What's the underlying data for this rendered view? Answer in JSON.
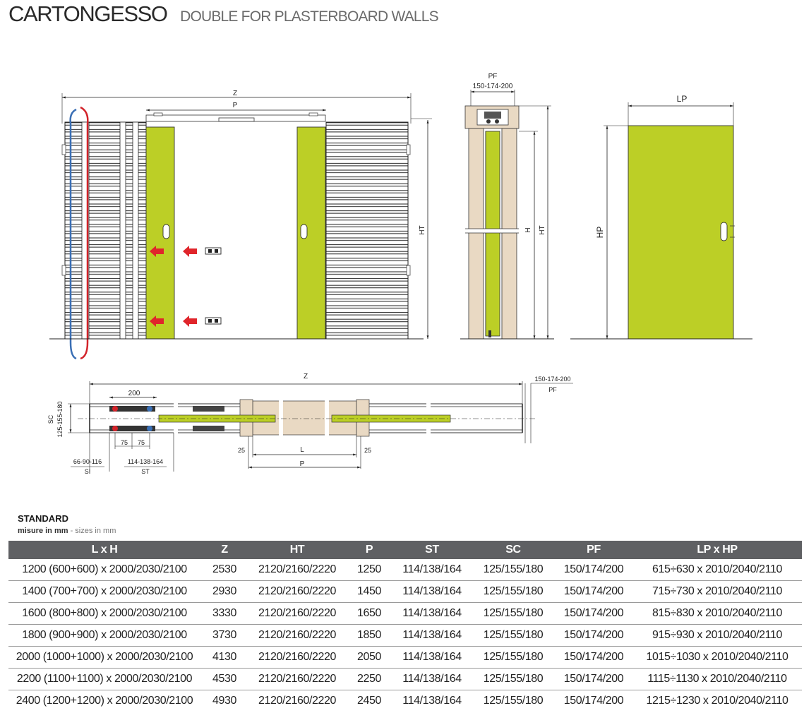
{
  "header": {
    "title": "CARTONGESSO",
    "subtitle": "DOUBLE FOR PLASTERBOARD WALLS"
  },
  "drawing_labels": {
    "front": {
      "z": "Z",
      "p": "P",
      "ht": "HT"
    },
    "side": {
      "pf": "PF",
      "pf_values": "150-174-200",
      "h": "H",
      "ht": "HT"
    },
    "door": {
      "lp": "LP",
      "hp": "HP"
    },
    "plan": {
      "z": "Z",
      "sc": "SC",
      "sc_values": "125-155-180",
      "d200": "200",
      "d75a": "75",
      "d75b": "75",
      "si_values": "66-90-116",
      "si": "SI",
      "st_values": "114-138-164",
      "st": "ST",
      "d25a": "25",
      "d25b": "25",
      "l": "L",
      "p": "P",
      "pf_values": "150-174-200",
      "pf": "PF"
    }
  },
  "colors": {
    "door_panel": "#bccf26",
    "frame_wood": "#e9d9c3",
    "pipe_blue": "#3a6fb5",
    "pipe_red": "#d2232a",
    "arrow_red": "#e0252b",
    "table_header": "#5f6063"
  },
  "table": {
    "section_title": "STANDARD",
    "units_it": "misure in mm",
    "units_en": " - sizes in mm",
    "columns": [
      "L x H",
      "Z",
      "HT",
      "P",
      "ST",
      "SC",
      "PF",
      "LP x HP"
    ],
    "rows": [
      [
        "1200 (600+600) x 2000/2030/2100",
        "2530",
        "2120/2160/2220",
        "1250",
        "114/138/164",
        "125/155/180",
        "150/174/200",
        "615÷630 x 2010/2040/2110"
      ],
      [
        "1400 (700+700) x 2000/2030/2100",
        "2930",
        "2120/2160/2220",
        "1450",
        "114/138/164",
        "125/155/180",
        "150/174/200",
        "715÷730 x 2010/2040/2110"
      ],
      [
        "1600 (800+800) x 2000/2030/2100",
        "3330",
        "2120/2160/2220",
        "1650",
        "114/138/164",
        "125/155/180",
        "150/174/200",
        "815÷830 x 2010/2040/2110"
      ],
      [
        "1800 (900+900) x 2000/2030/2100",
        "3730",
        "2120/2160/2220",
        "1850",
        "114/138/164",
        "125/155/180",
        "150/174/200",
        "915÷930 x 2010/2040/2110"
      ],
      [
        "2000 (1000+1000) x 2000/2030/2100",
        "4130",
        "2120/2160/2220",
        "2050",
        "114/138/164",
        "125/155/180",
        "150/174/200",
        "1015÷1030 x 2010/2040/2110"
      ],
      [
        "2200 (1100+1100) x 2000/2030/2100",
        "4530",
        "2120/2160/2220",
        "2250",
        "114/138/164",
        "125/155/180",
        "150/174/200",
        "1115÷1130 x 2010/2040/2110"
      ],
      [
        "2400 (1200+1200) x 2000/2030/2100",
        "4930",
        "2120/2160/2220",
        "2450",
        "114/138/164",
        "125/155/180",
        "150/174/200",
        "1215÷1230 x 2010/2040/2110"
      ]
    ]
  }
}
